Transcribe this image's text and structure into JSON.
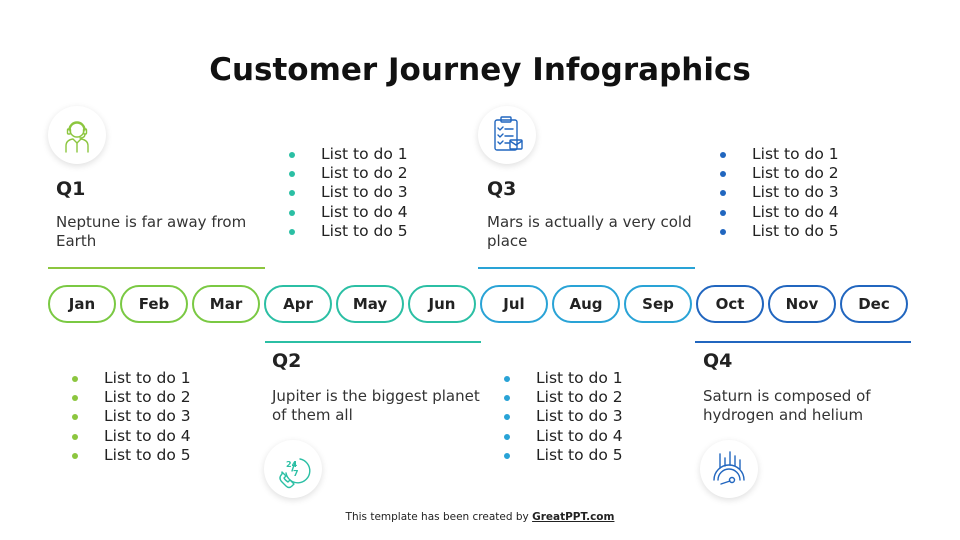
{
  "title": "Customer Journey Infographics",
  "colors": {
    "q1": "#8cc63f",
    "q2": "#2bbfa4",
    "q3": "#29a3d6",
    "q4": "#2166bf"
  },
  "quarters": [
    {
      "label": "Q1",
      "description": "Neptune is far away from Earth",
      "icon": "customer-service-agent-icon"
    },
    {
      "label": "Q2",
      "description": "Jupiter is the biggest planet of them all",
      "icon": "24-7-phone-support-icon"
    },
    {
      "label": "Q3",
      "description": "Mars is actually a very cold place",
      "icon": "checklist-clipboard-icon"
    },
    {
      "label": "Q4",
      "description": "Saturn is composed of hydrogen and helium",
      "icon": "speedometer-gauge-icon"
    }
  ],
  "todo_lists": [
    {
      "items": [
        "List to do 1",
        "List to do 2",
        "List to do 3",
        "List to do 4",
        "List to do 5"
      ]
    },
    {
      "items": [
        "List to do 1",
        "List to do 2",
        "List to do 3",
        "List to do 4",
        "List to do 5"
      ]
    },
    {
      "items": [
        "List to do 1",
        "List to do 2",
        "List to do 3",
        "List to do 4",
        "List to do 5"
      ]
    },
    {
      "items": [
        "List to do 1",
        "List to do 2",
        "List to do 3",
        "List to do 4",
        "List to do 5"
      ]
    }
  ],
  "months": [
    "Jan",
    "Feb",
    "Mar",
    "Apr",
    "May",
    "Jun",
    "Jul",
    "Aug",
    "Sep",
    "Oct",
    "Nov",
    "Dec"
  ],
  "month_colors": [
    "#7ac943",
    "#7ac943",
    "#7ac943",
    "#2bbfa4",
    "#2bbfa4",
    "#2bbfa4",
    "#29a3d6",
    "#29a3d6",
    "#29a3d6",
    "#2166bf",
    "#2166bf",
    "#2166bf"
  ],
  "footer": {
    "text": "This template has been created by ",
    "link": "GreatPPT.com"
  }
}
